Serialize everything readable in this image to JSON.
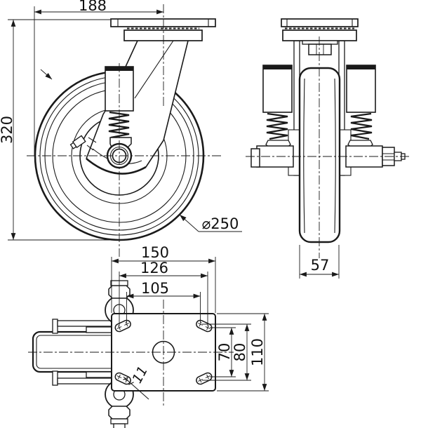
{
  "drawing": {
    "type": "caster-wheel-technical-drawing",
    "background": "#ffffff",
    "line_color": "#1a1a1a",
    "dimensions": {
      "side_view": {
        "swivel_offset": "188",
        "overall_height": "320",
        "wheel_diameter": "⌀250"
      },
      "front_view": {
        "wheel_width": "57"
      },
      "plan_view": {
        "plate_length": "150",
        "bolt_spacing_outer": "126",
        "bolt_spacing_inner": "105",
        "bolt_depth_outer": "70",
        "bolt_depth_inner": "80",
        "plate_depth": "110",
        "slot_width": "11"
      }
    }
  }
}
